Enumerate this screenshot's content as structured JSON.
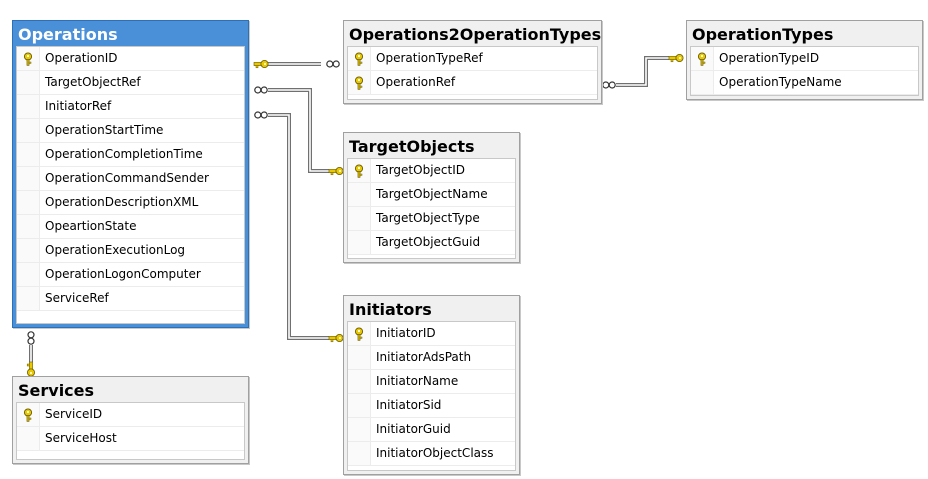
{
  "tables": [
    {
      "id": "operations",
      "name": "Operations",
      "selected": true,
      "columns": [
        {
          "name": "OperationID",
          "pk": true
        },
        {
          "name": "TargetObjectRef",
          "pk": false
        },
        {
          "name": "InitiatorRef",
          "pk": false
        },
        {
          "name": "OperationStartTime",
          "pk": false
        },
        {
          "name": "OperationCompletionTime",
          "pk": false
        },
        {
          "name": "OperationCommandSender",
          "pk": false
        },
        {
          "name": "OperationDescriptionXML",
          "pk": false
        },
        {
          "name": "OpeartionState",
          "pk": false
        },
        {
          "name": "OperationExecutionLog",
          "pk": false
        },
        {
          "name": "OperationLogonComputer",
          "pk": false
        },
        {
          "name": "ServiceRef",
          "pk": false
        }
      ]
    },
    {
      "id": "ops2types",
      "name": "Operations2OperationTypes",
      "selected": false,
      "columns": [
        {
          "name": "OperationTypeRef",
          "pk": true
        },
        {
          "name": "OperationRef",
          "pk": true
        }
      ]
    },
    {
      "id": "optypes",
      "name": "OperationTypes",
      "selected": false,
      "columns": [
        {
          "name": "OperationTypeID",
          "pk": true
        },
        {
          "name": "OperationTypeName",
          "pk": false
        }
      ]
    },
    {
      "id": "targetobjects",
      "name": "TargetObjects",
      "selected": false,
      "columns": [
        {
          "name": "TargetObjectID",
          "pk": true
        },
        {
          "name": "TargetObjectName",
          "pk": false
        },
        {
          "name": "TargetObjectType",
          "pk": false
        },
        {
          "name": "TargetObjectGuid",
          "pk": false
        }
      ]
    },
    {
      "id": "initiators",
      "name": "Initiators",
      "selected": false,
      "columns": [
        {
          "name": "InitiatorID",
          "pk": true
        },
        {
          "name": "InitiatorAdsPath",
          "pk": false
        },
        {
          "name": "InitiatorName",
          "pk": false
        },
        {
          "name": "InitiatorSid",
          "pk": false
        },
        {
          "name": "InitiatorGuid",
          "pk": false
        },
        {
          "name": "InitiatorObjectClass",
          "pk": false
        }
      ]
    },
    {
      "id": "services",
      "name": "Services",
      "selected": false,
      "columns": [
        {
          "name": "ServiceID",
          "pk": true
        },
        {
          "name": "ServiceHost",
          "pk": false
        }
      ]
    }
  ],
  "relationships": [
    {
      "from": "operations.OperationID",
      "to": "ops2types.OperationRef",
      "one_end": "operations",
      "many_end": "ops2types"
    },
    {
      "from": "optypes.OperationTypeID",
      "to": "ops2types.OperationTypeRef",
      "one_end": "optypes",
      "many_end": "ops2types"
    },
    {
      "from": "targetobjects.TargetObjectID",
      "to": "operations.TargetObjectRef",
      "one_end": "targetobjects",
      "many_end": "operations"
    },
    {
      "from": "initiators.InitiatorID",
      "to": "operations.InitiatorRef",
      "one_end": "initiators",
      "many_end": "operations"
    },
    {
      "from": "services.ServiceID",
      "to": "operations.ServiceRef",
      "one_end": "services",
      "many_end": "operations"
    }
  ],
  "colors": {
    "selected_header": "#4a90d9",
    "table_header": "#f0f0f0",
    "key": "#e8c800",
    "connector": "#707070"
  },
  "icons": {
    "primary_key": "key-icon",
    "one_end": "key-icon",
    "many_end": "infinity-icon"
  }
}
